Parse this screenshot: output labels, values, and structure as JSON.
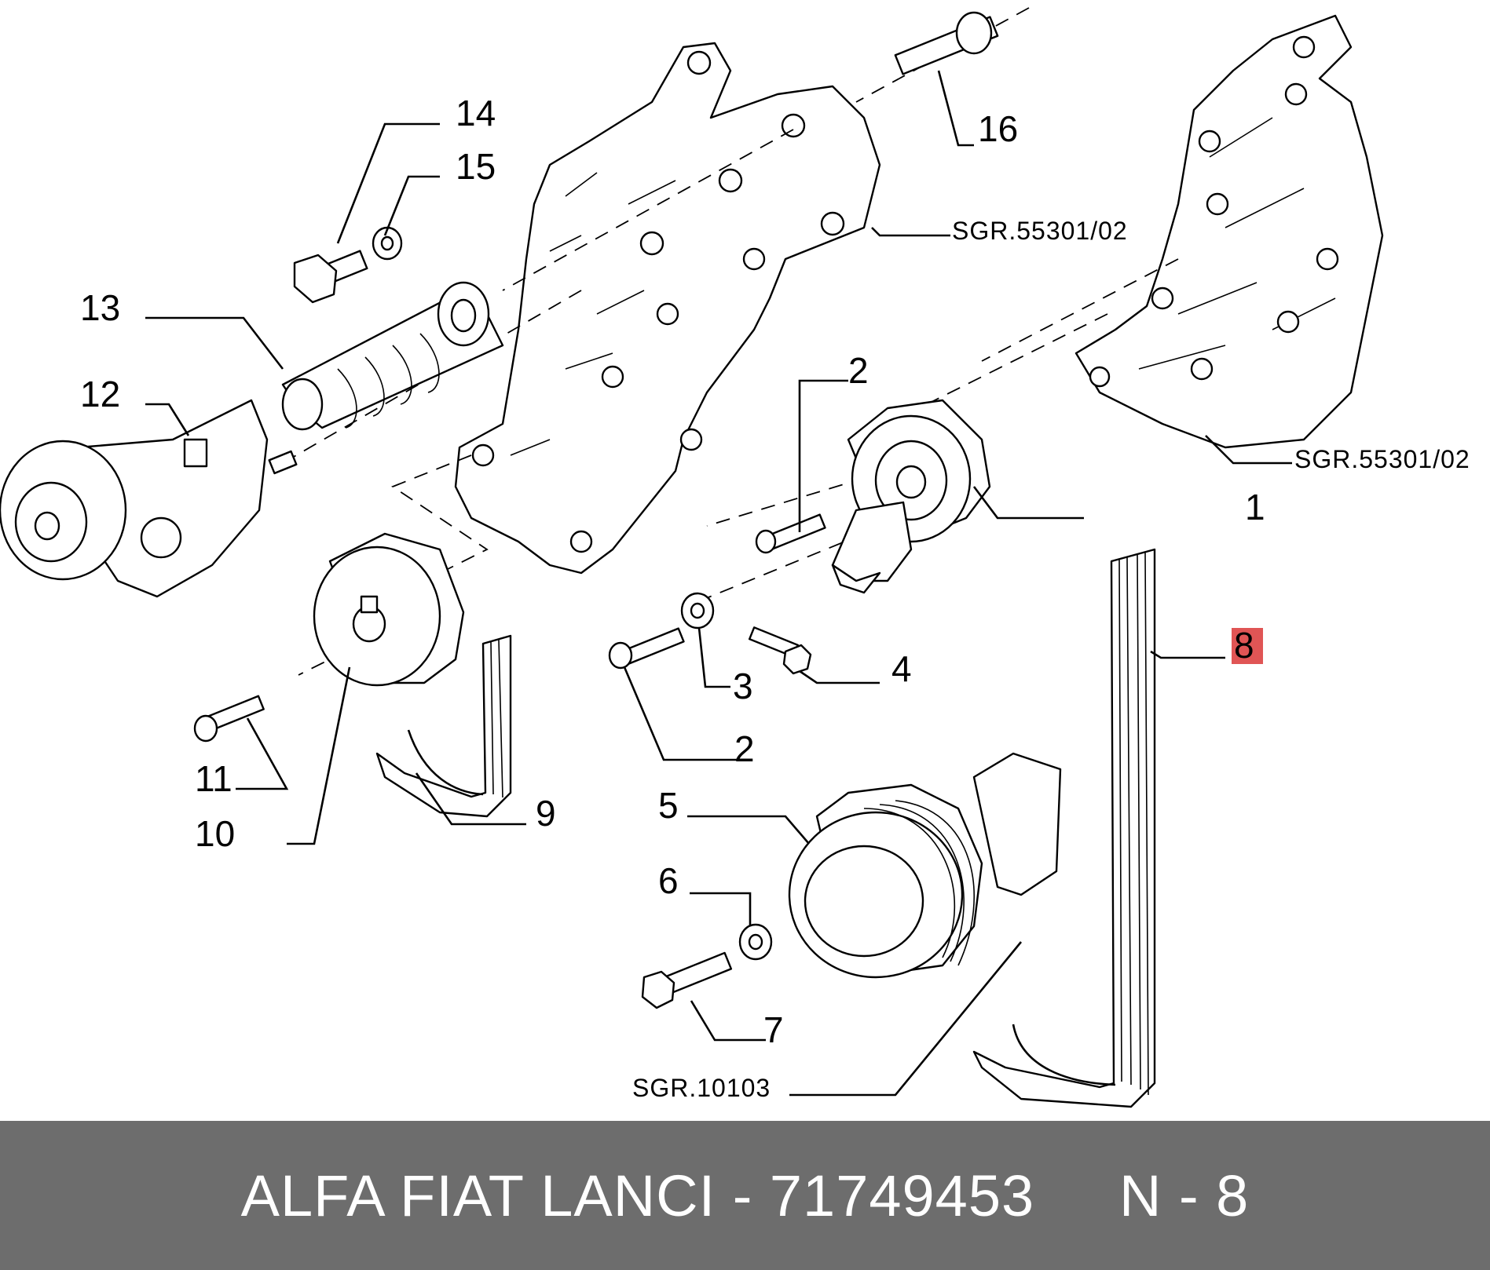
{
  "callouts": {
    "c1": "1",
    "c2a": "2",
    "c2b": "2",
    "c3": "3",
    "c4": "4",
    "c5": "5",
    "c6": "6",
    "c7": "7",
    "c8": "8",
    "c9": "9",
    "c10": "10",
    "c11": "11",
    "c12": "12",
    "c13": "13",
    "c14": "14",
    "c15": "15",
    "c16": "16"
  },
  "references": {
    "ref_top": "SGR.55301/02",
    "ref_right": "SGR.55301/02",
    "ref_bottom": "SGR.10103"
  },
  "highlight_color": "#e05555",
  "footer": {
    "text": "ALFA FIAT LANCI - 71749453     N - 8"
  }
}
